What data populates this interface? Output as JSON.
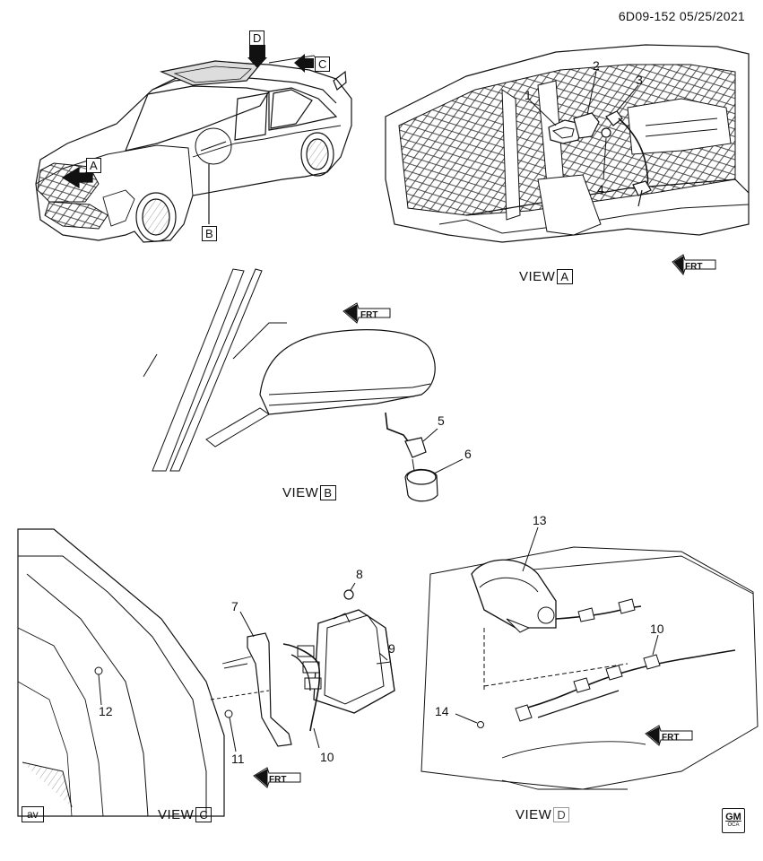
{
  "doc_id": "6D09-152  05/25/2021",
  "markers": [
    "A",
    "B",
    "C",
    "D"
  ],
  "views": {
    "a": {
      "prefix": "VIEW",
      "letter": "A"
    },
    "b": {
      "prefix": "VIEW",
      "letter": "B"
    },
    "c": {
      "prefix": "VIEW",
      "letter": "C"
    },
    "d": {
      "prefix": "VIEW",
      "letter": "D"
    }
  },
  "callouts": [
    "1",
    "2",
    "3",
    "4",
    "5",
    "6",
    "7",
    "8",
    "9",
    "10",
    "10",
    "11",
    "12",
    "13",
    "14"
  ],
  "frt": "FRT",
  "footer": {
    "av": "av",
    "logo_top": "GM",
    "logo_bottom": "OCA"
  },
  "colors": {
    "line": "#111111",
    "fill": "#ffffff",
    "hatch": "#555555"
  }
}
